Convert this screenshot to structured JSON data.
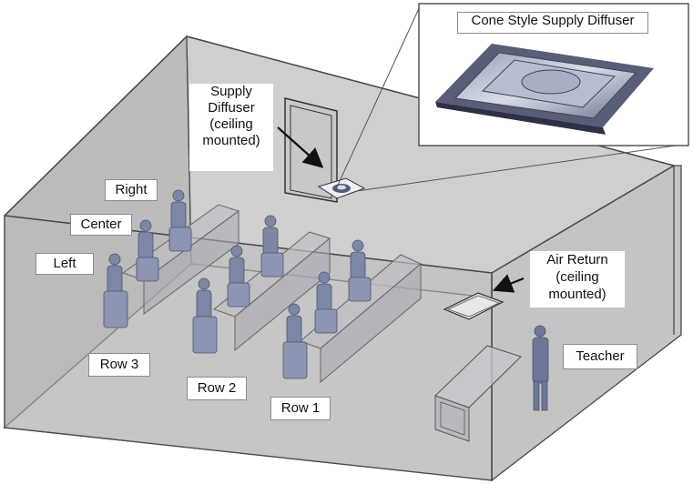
{
  "labels": {
    "cone_diffuser": "Cone Style Supply Diffuser",
    "supply_diffuser": "Supply\nDiffuser\n(ceiling\nmounted)",
    "air_return": "Air Return\n(ceiling\nmounted)",
    "right": "Right",
    "center": "Center",
    "left": "Left",
    "row3": "Row 3",
    "row2": "Row 2",
    "row1": "Row 1",
    "teacher": "Teacher"
  },
  "colors": {
    "wall_left": "#bcbcbc",
    "wall_back": "#cfcfcf",
    "floor": "#d2d2d2",
    "wall_right": "#c4c4c4",
    "wall_front": "#b9b9b9",
    "edge": "#4a4a4a",
    "figure": "#7e86a6",
    "figure_dark": "#5d6480",
    "desk": "#bdbdc4"
  },
  "icons": {
    "pointer_arrow": "arrow-icon",
    "diffuser_icon": "ceiling-diffuser-icon"
  }
}
